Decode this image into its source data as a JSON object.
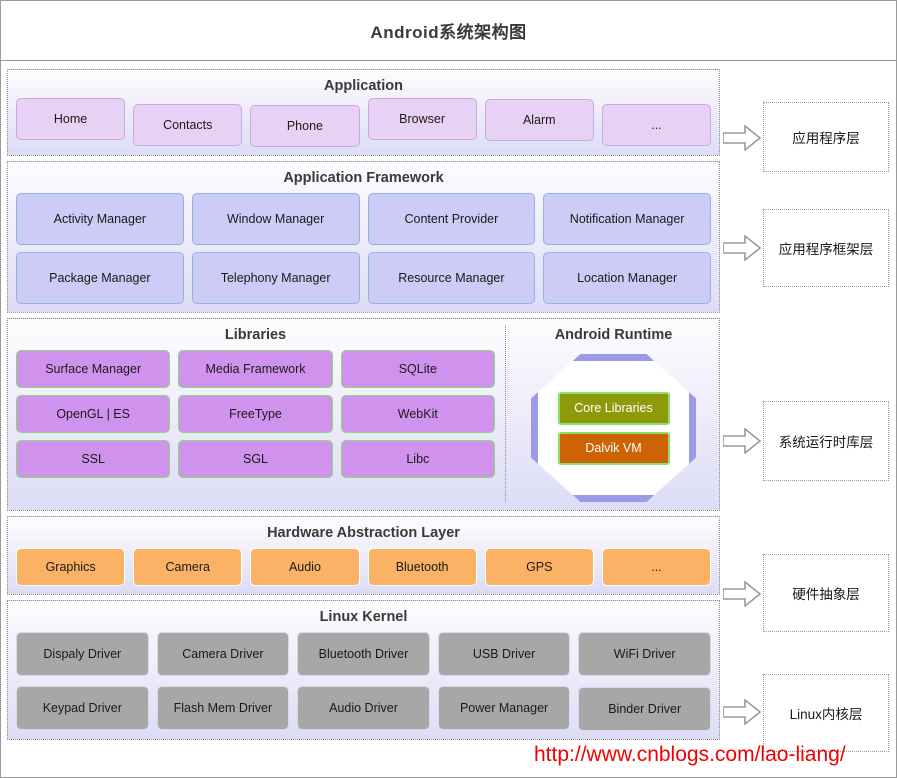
{
  "title": "Android系统架构图",
  "watermark": "http://www.cnblogs.com/lao-liang/",
  "colors": {
    "app_box": "#e7d2f5",
    "framework_box": "#ccccf6",
    "library_box": "#cf93ee",
    "hal_box": "#fbb264",
    "kernel_box": "#a7a7a7",
    "core_libraries": "#8d9a09",
    "dalvik_vm": "#ce6305",
    "octagon_border": "#9a9ae8",
    "watermark": "#f50000"
  },
  "layers": [
    {
      "id": "application",
      "title": "Application",
      "side_label": "应用程序层",
      "rows": [
        [
          "Home",
          "Contacts",
          "Phone",
          "Browser",
          "Alarm",
          "..."
        ]
      ]
    },
    {
      "id": "application-framework",
      "title": "Application Framework",
      "side_label": "应用程序框架层",
      "rows": [
        [
          "Activity Manager",
          "Window Manager",
          "Content Provider",
          "Notification Manager"
        ],
        [
          "Package Manager",
          "Telephony Manager",
          "Resource Manager",
          "Location Manager"
        ]
      ]
    },
    {
      "id": "libraries-runtime",
      "title": "Libraries",
      "runtime_title": "Android Runtime",
      "side_label": "系统运行时库层",
      "rows": [
        [
          "Surface Manager",
          "Media Framework",
          "SQLite"
        ],
        [
          "OpenGL | ES",
          "FreeType",
          "WebKit"
        ],
        [
          "SSL",
          "SGL",
          "Libc"
        ]
      ],
      "runtime_boxes": [
        "Core Libraries",
        "Dalvik VM"
      ]
    },
    {
      "id": "hardware-abstraction-layer",
      "title": "Hardware Abstraction Layer",
      "side_label": "硬件抽象层",
      "rows": [
        [
          "Graphics",
          "Camera",
          "Audio",
          "Bluetooth",
          "GPS",
          "..."
        ]
      ]
    },
    {
      "id": "linux-kernel",
      "title": "Linux Kernel",
      "side_label": "Linux内核层",
      "rows": [
        [
          "Dispaly Driver",
          "Camera Driver",
          "Bluetooth Driver",
          "USB Driver",
          "WiFi Driver"
        ],
        [
          "Keypad Driver",
          "Flash Mem Driver",
          "Audio Driver",
          "Power Manager",
          "Binder Driver"
        ]
      ]
    }
  ],
  "arrows": [
    {
      "name": "arrow-to-application-layer"
    },
    {
      "name": "arrow-to-framework-layer"
    },
    {
      "name": "arrow-to-runtime-layer"
    },
    {
      "name": "arrow-to-hal-layer"
    },
    {
      "name": "arrow-to-kernel-layer"
    }
  ]
}
